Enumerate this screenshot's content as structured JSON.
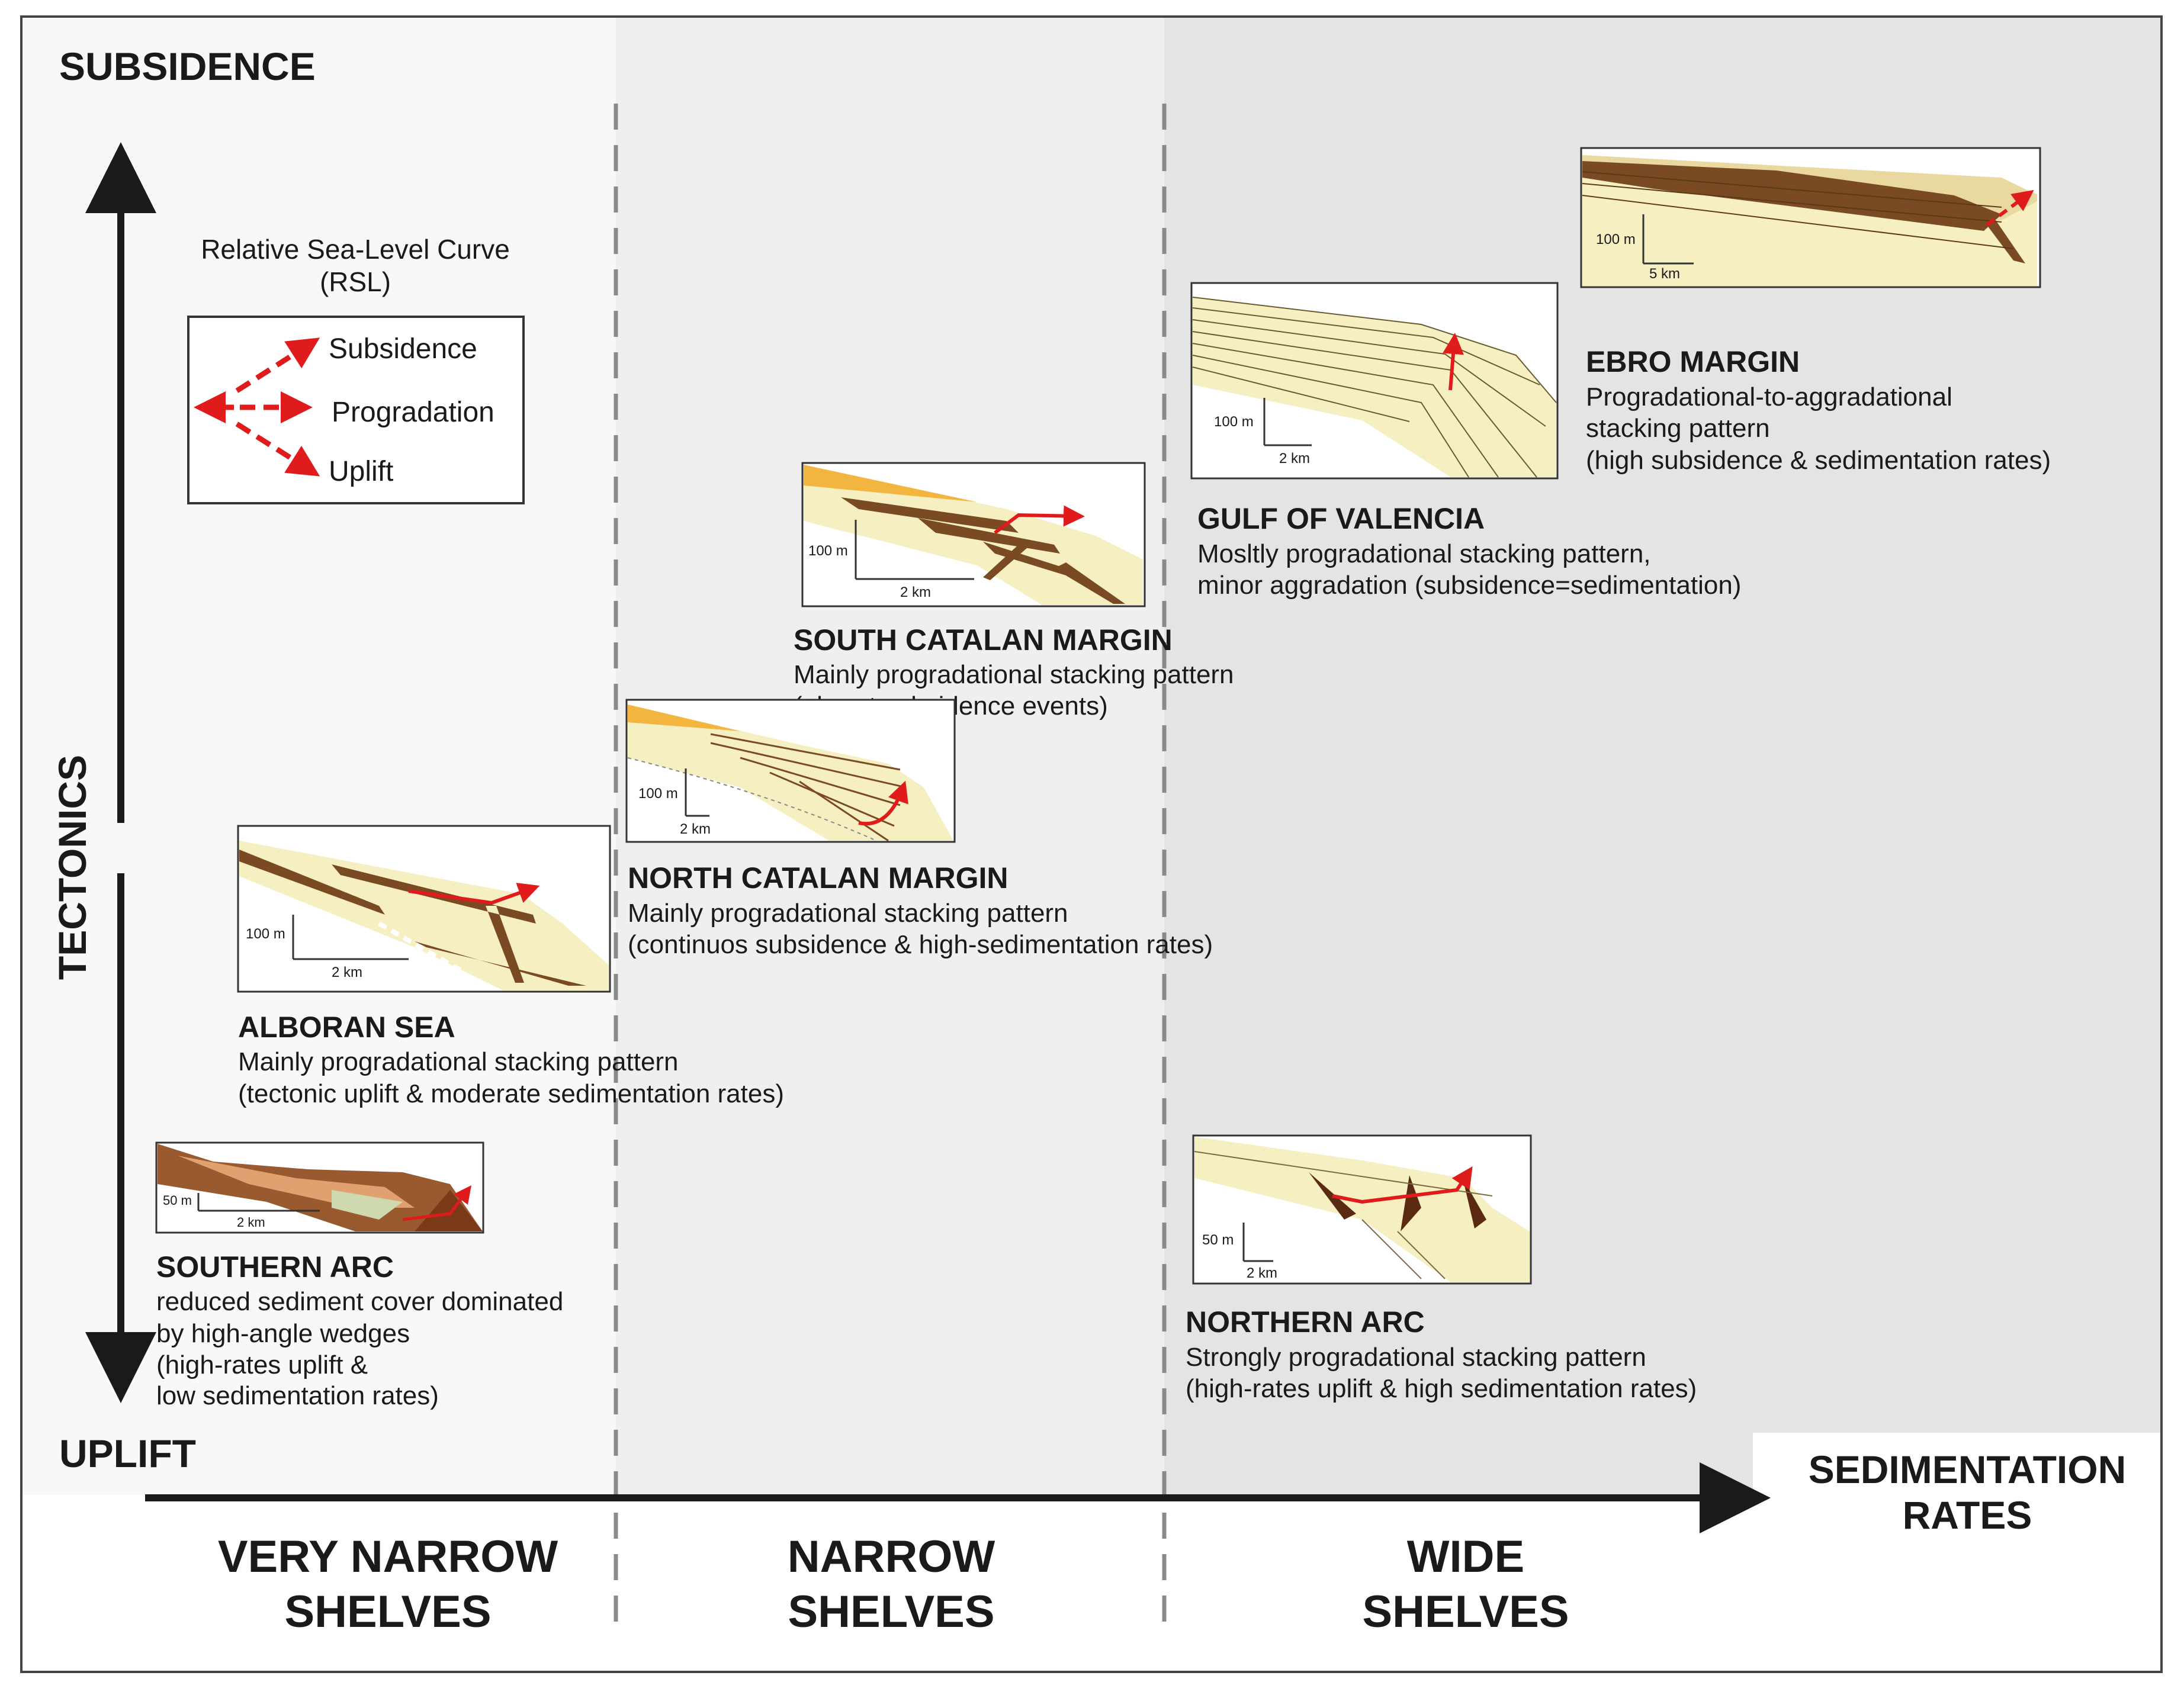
{
  "axes": {
    "y_top": "SUBSIDENCE",
    "y_mid": "TECTONICS",
    "y_bottom": "UPLIFT",
    "x_end_line1": "SEDIMENTATION",
    "x_end_line2": "RATES"
  },
  "columns": [
    {
      "line1": "VERY NARROW",
      "line2": "SHELVES"
    },
    {
      "line1": "NARROW",
      "line2": "SHELVES"
    },
    {
      "line1": "WIDE",
      "line2": "SHELVES"
    }
  ],
  "legend": {
    "title_line1": "Relative Sea-Level Curve",
    "title_line2": "(RSL)",
    "items": [
      "Subsidence",
      "Progradation",
      "Uplift"
    ],
    "arrow_color": "#e01b1b"
  },
  "profiles": [
    {
      "id": "ebro",
      "title": "EBRO MARGIN",
      "desc": [
        "Progradational-to-aggradational",
        "stacking pattern",
        "(high subsidence & sedimentation rates)"
      ],
      "scale_v": "100 m",
      "scale_h": "5 km"
    },
    {
      "id": "valencia",
      "title": "GULF OF VALENCIA",
      "desc": [
        "Mosltly progradational stacking pattern,",
        "minor aggradation (subsidence=sedimentation)"
      ],
      "scale_v": "100 m",
      "scale_h": "2 km"
    },
    {
      "id": "south_catalan",
      "title": "SOUTH CATALAN MARGIN",
      "desc": [
        "Mainly progradational stacking pattern",
        "(abrupt subsidence events)"
      ],
      "scale_v": "100 m",
      "scale_h": "2 km"
    },
    {
      "id": "north_catalan",
      "title": "NORTH CATALAN MARGIN",
      "desc": [
        "Mainly progradational stacking pattern",
        "(continuos subsidence & high-sedimentation rates)"
      ],
      "scale_v": "100 m",
      "scale_h": "2 km"
    },
    {
      "id": "alboran",
      "title": "ALBORAN SEA",
      "desc": [
        "Mainly progradational stacking pattern",
        "(tectonic uplift & moderate sedimentation rates)"
      ],
      "scale_v": "100 m",
      "scale_h": "2 km"
    },
    {
      "id": "southern_arc",
      "title": "SOUTHERN ARC",
      "desc": [
        "reduced sediment cover dominated",
        "by high-angle wedges",
        "(high-rates uplift &",
        "low sedimentation rates)"
      ],
      "scale_v": "50 m",
      "scale_h": "2 km"
    },
    {
      "id": "northern_arc",
      "title": "NORTHERN ARC",
      "desc": [
        "Strongly progradational stacking pattern",
        "(high-rates uplift & high sedimentation rates)"
      ],
      "scale_v": "50 m",
      "scale_h": "2 km"
    }
  ],
  "colors": {
    "sediment_light": "#f6efc2",
    "sediment_dark": "#7a4a22",
    "sediment_orange": "#f2b640",
    "rsl_arrow": "#e01b1b",
    "panel_very_narrow": "#f8f8f8",
    "panel_narrow": "#efefef",
    "panel_wide": "#e4e4e4"
  }
}
